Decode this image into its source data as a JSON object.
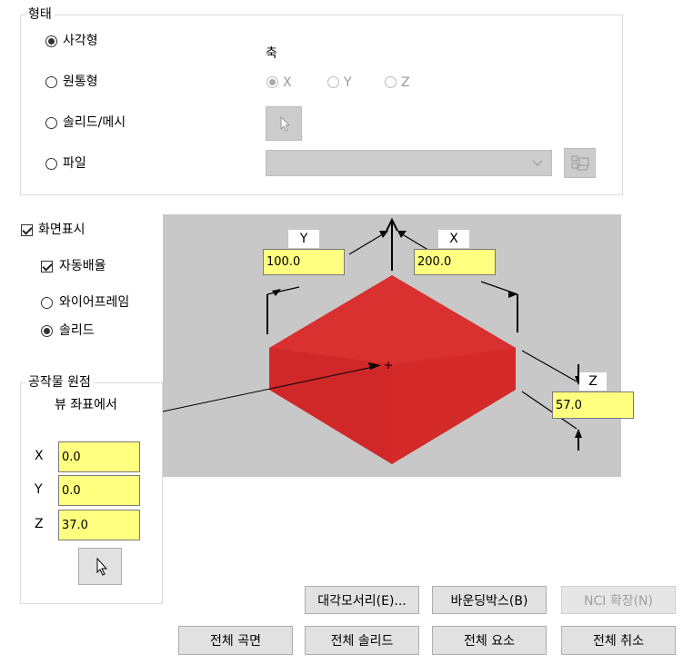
{
  "shape_group": {
    "title": "형태",
    "options": [
      {
        "label": "사각형",
        "selected": true
      },
      {
        "label": "원통형",
        "selected": false
      },
      {
        "label": "솔리드/메시",
        "selected": false
      },
      {
        "label": "파일",
        "selected": false
      }
    ],
    "axis_label": "축",
    "axis_options": [
      {
        "label": "X",
        "selected": true
      },
      {
        "label": "Y",
        "selected": false
      },
      {
        "label": "Z",
        "selected": false
      }
    ],
    "select_icon": "cursor-arrow-icon",
    "file_value": "",
    "browse_icon": "folder-browse-icon"
  },
  "display": {
    "label": "화면표시",
    "checked": true,
    "auto_fit_label": "자동배율",
    "auto_fit_checked": true,
    "wireframe_label": "와이어프레임",
    "solid_label": "솔리드",
    "mode": "solid"
  },
  "preview": {
    "y_label": "Y",
    "y_value": "100.0",
    "x_label": "X",
    "x_value": "200.0",
    "z_label": "Z",
    "z_value": "57.0",
    "background": "#c8c8c8",
    "stock_color": "#d42a2a"
  },
  "origin_group": {
    "title": "공작물 원점",
    "subtitle": "뷰 좌표에서",
    "x_label": "X",
    "x_value": "0.0",
    "y_label": "Y",
    "y_value": "0.0",
    "z_label": "Z",
    "z_value": "37.0",
    "pick_icon": "cursor-arrow-icon"
  },
  "buttons": {
    "corners": "대각모서리(E)...",
    "bounding_box": "바운딩박스(B)",
    "nci_extend": "NCI 확장(N)",
    "all_surfaces": "전체 곡면",
    "all_solids": "전체 솔리드",
    "all_elements": "전체 요소",
    "unselect_all": "전체 취소"
  }
}
